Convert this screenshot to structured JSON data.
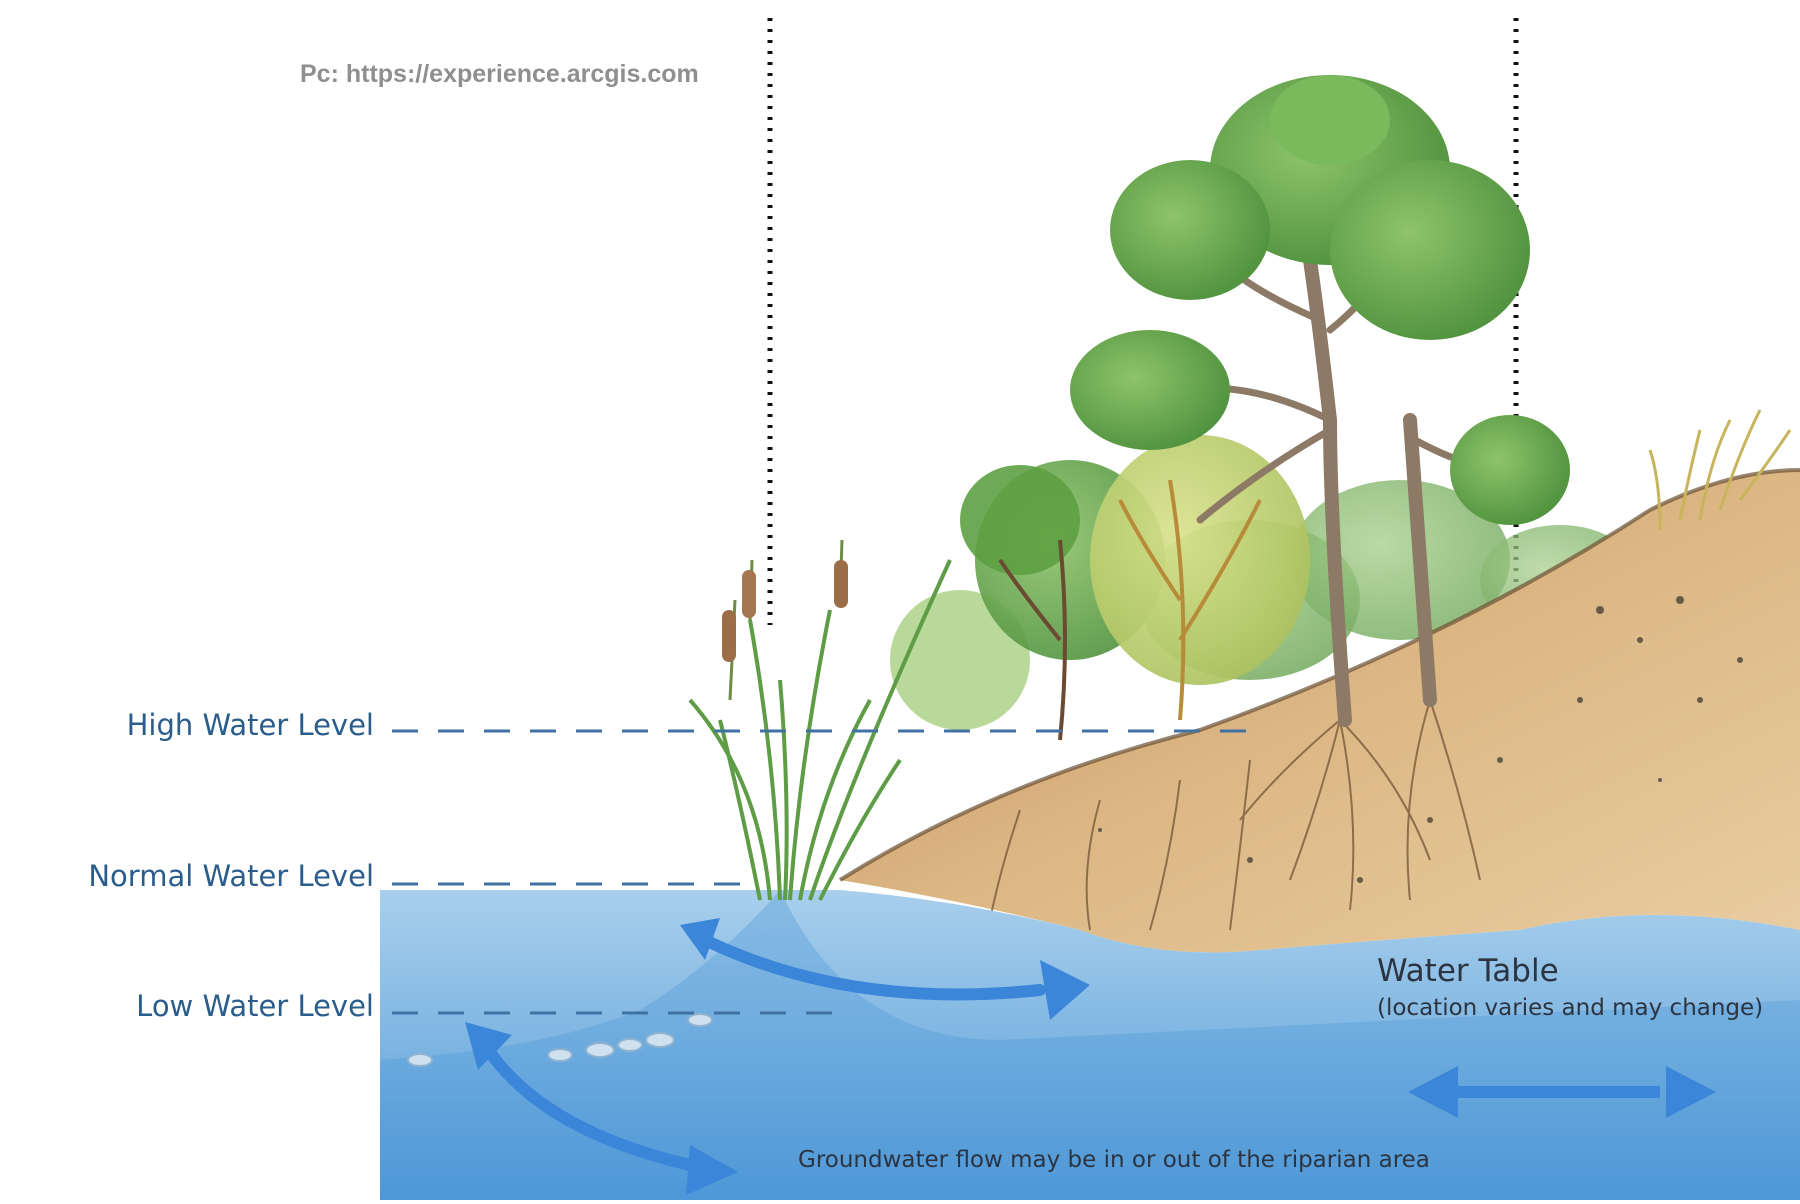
{
  "credit": "Pc: https://experience.arcgis.com",
  "levels": {
    "high": "High Water Level",
    "normal": "Normal Water Level",
    "low": "Low Water Level"
  },
  "water_table": {
    "title": "Water Table",
    "subtitle": "(location varies and may change)"
  },
  "groundwater_note": "Groundwater flow may be in or out of the riparian area",
  "colors": {
    "water": "#7fb6e2",
    "water_deep": "#4f97d6",
    "soil": "#d9b27d",
    "arrow": "#3b86d8",
    "label": "#2a5d8c",
    "foliage": "#6aa84f"
  }
}
